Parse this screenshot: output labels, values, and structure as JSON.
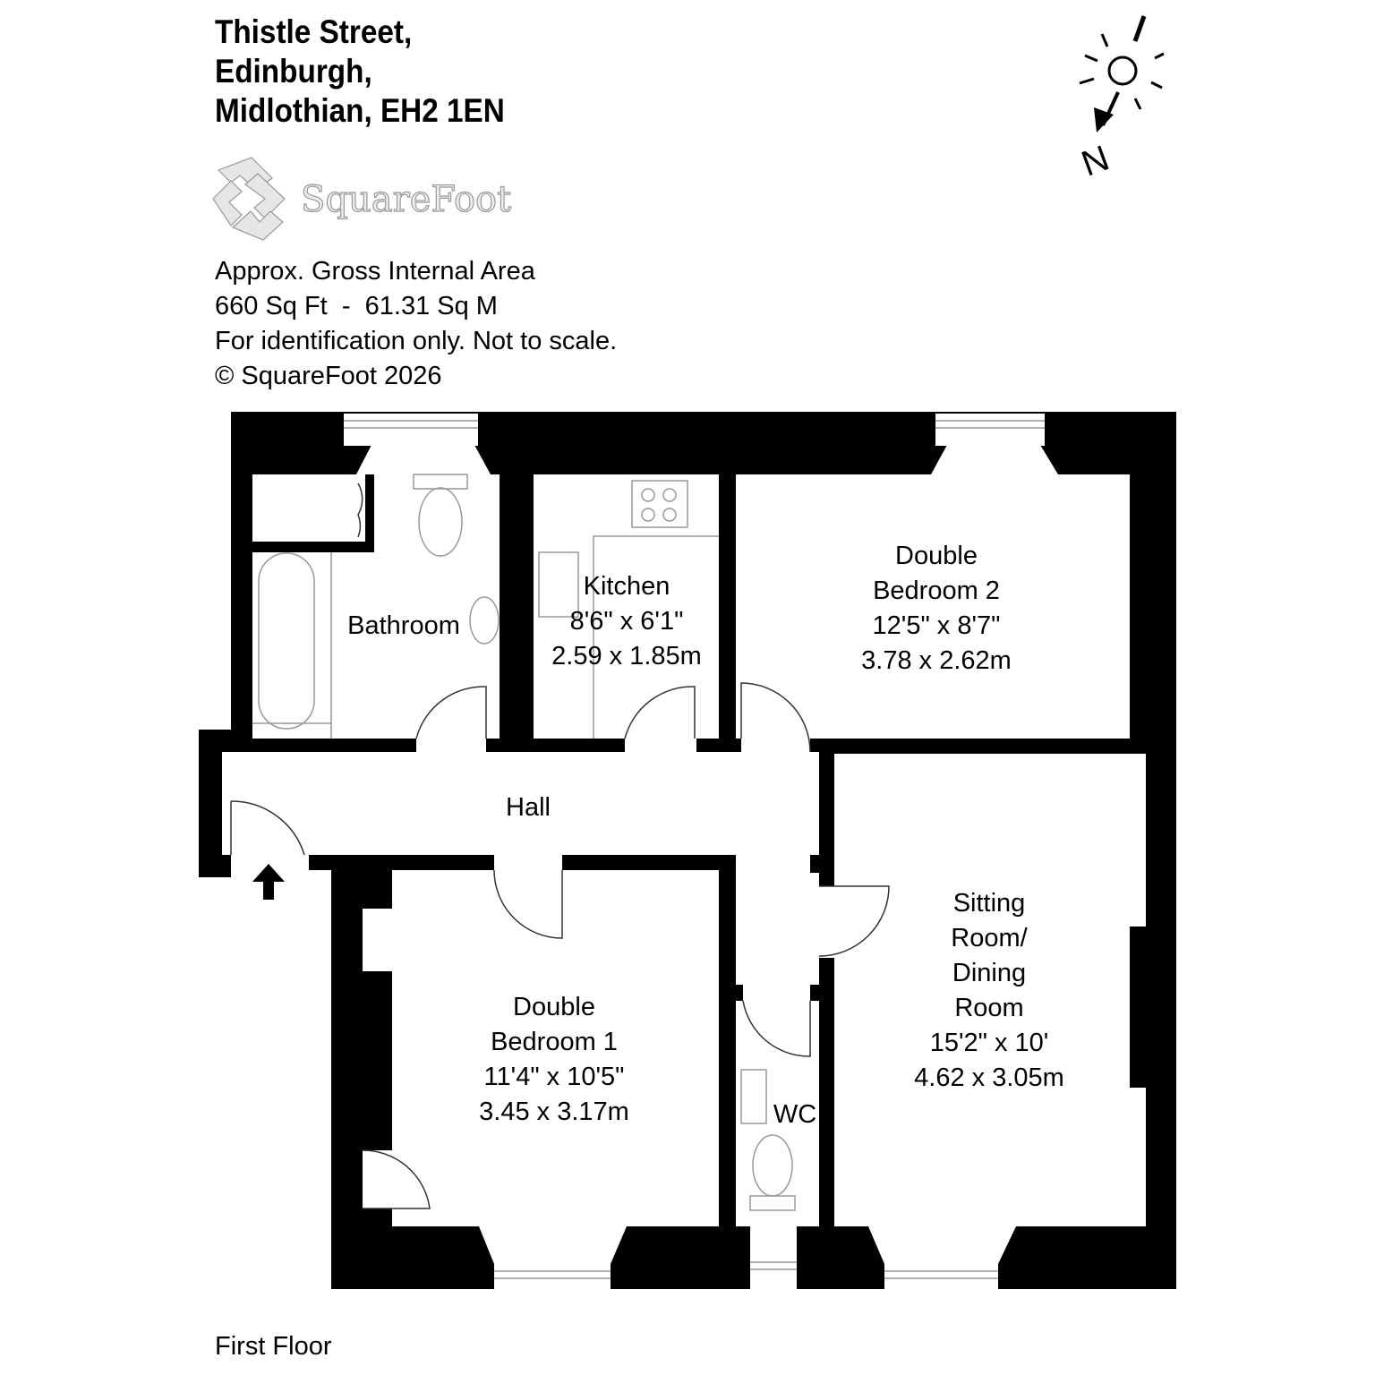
{
  "address": {
    "line1": "Thistle Street,",
    "line2": "Edinburgh,",
    "line3": "Midlothian, EH2 1EN"
  },
  "logo": {
    "text": "SquareFoot"
  },
  "info": {
    "area_title": "Approx. Gross Internal Area",
    "area_value": "660 Sq Ft  -  61.31 Sq M",
    "disclaimer": "For identification only. Not to scale.",
    "copyright": "© SquareFoot 2026"
  },
  "compass": {
    "label": "N",
    "icon": "sun-north-arrow-icon"
  },
  "rooms": {
    "bathroom": {
      "name": "Bathroom"
    },
    "kitchen": {
      "name": "Kitchen",
      "imperial": "8'6\" x 6'1\"",
      "metric": "2.59 x 1.85m"
    },
    "bedroom2": {
      "name1": "Double",
      "name2": "Bedroom 2",
      "imperial": "12'5\" x 8'7\"",
      "metric": "3.78 x 2.62m"
    },
    "hall": {
      "name": "Hall"
    },
    "bedroom1": {
      "name1": "Double",
      "name2": "Bedroom 1",
      "imperial": "11'4\" x 10'5\"",
      "metric": "3.45 x 3.17m"
    },
    "wc": {
      "name": "WC"
    },
    "sitting": {
      "name1": "Sitting",
      "name2": "Room/",
      "name3": "Dining",
      "name4": "Room",
      "imperial": "15'2\" x 10'",
      "metric": "4.62 x 3.05m"
    }
  },
  "floor_label": "First Floor"
}
